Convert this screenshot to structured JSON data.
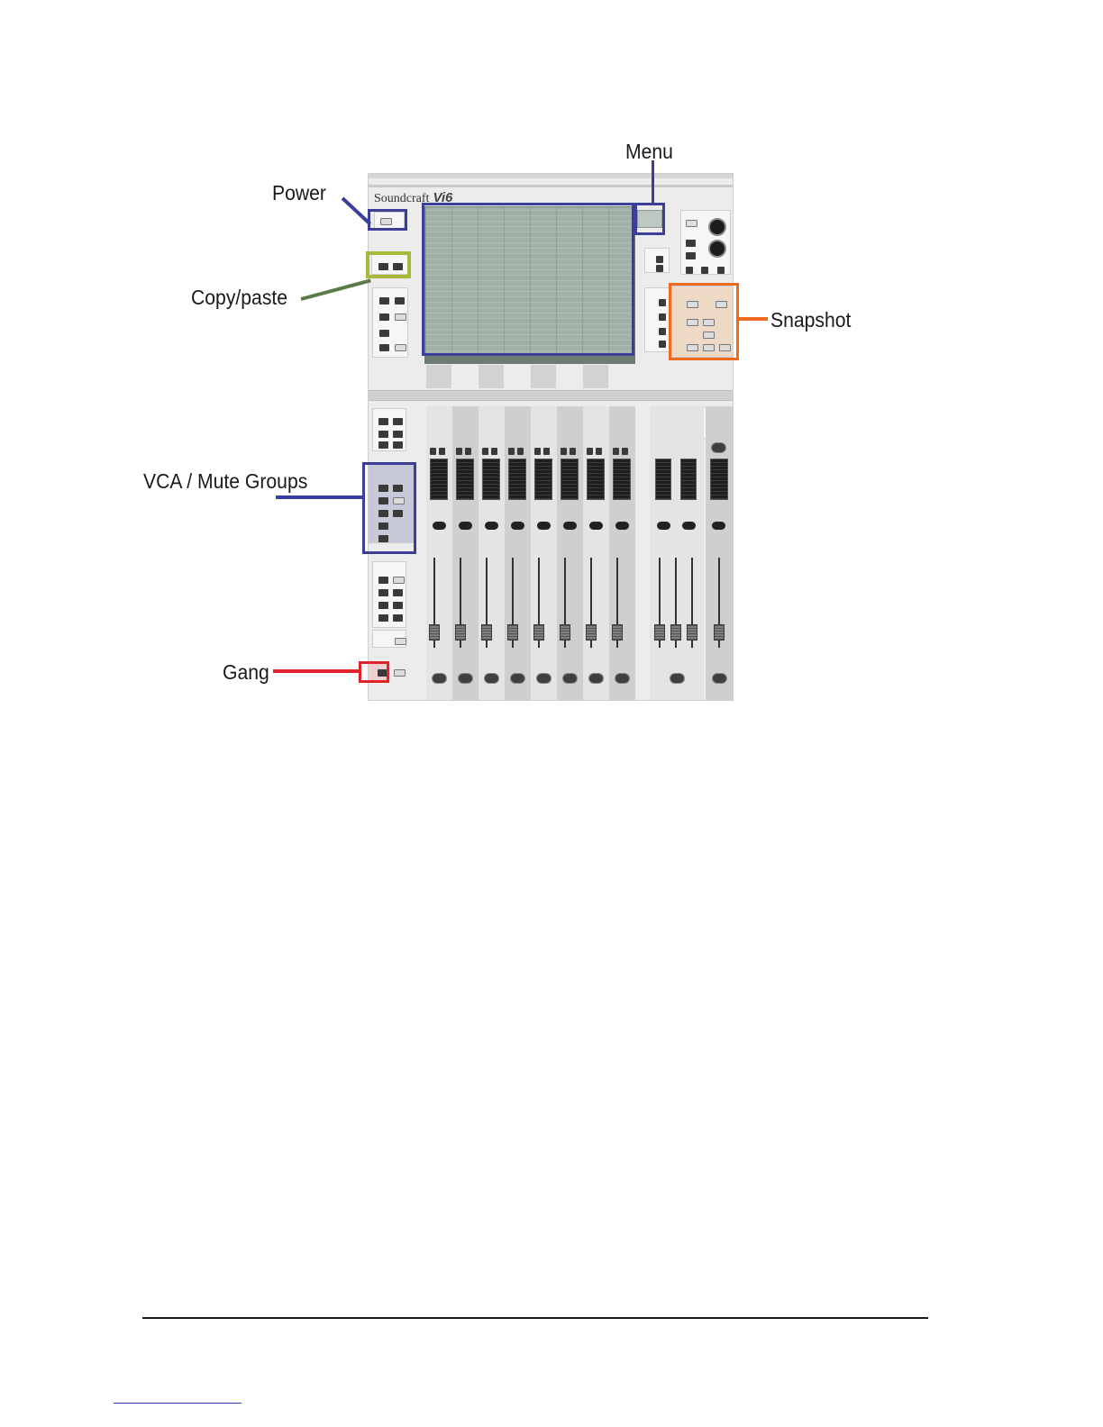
{
  "labels": {
    "menu": "Menu",
    "power": "Power",
    "copy_paste": "Copy/paste",
    "snapshot": "Snapshot",
    "vca_mute_groups": "VCA / Mute Groups",
    "gang": "Gang"
  },
  "console": {
    "brand": "Soundcraft",
    "model": "Vi6"
  },
  "colors": {
    "menu": "#3b3f9a",
    "power": "#3b3f9a",
    "copy_paste": "#a9b73a",
    "copy_paste_line": "#5a7a46",
    "snapshot": "#ef6a1f",
    "vca_mute_groups": "#3b3f9a",
    "gang": "#e0242c"
  },
  "icons": {
    "channel_on": "on-button",
    "fader": "fader-cap",
    "knob": "rotary-knob"
  }
}
